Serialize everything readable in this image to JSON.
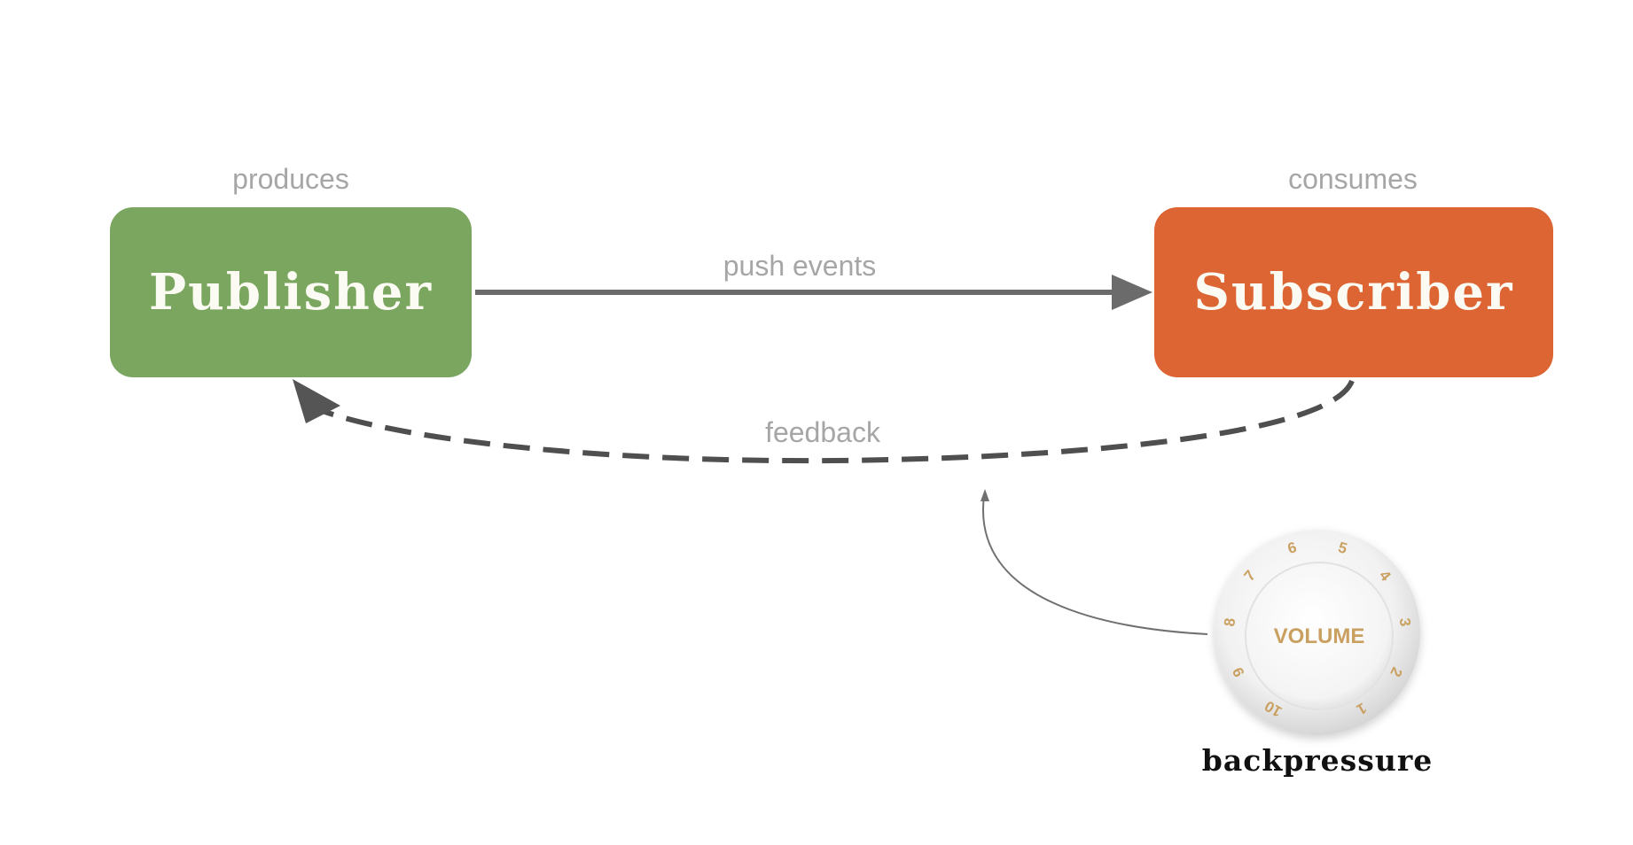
{
  "diagram": {
    "publisher": {
      "label": "Publisher",
      "caption": "produces",
      "color": "#7aa65f"
    },
    "subscriber": {
      "label": "Subscriber",
      "caption": "consumes",
      "color": "#dc6533"
    },
    "edges": {
      "push": {
        "label": "push events",
        "style": "solid",
        "from": "publisher",
        "to": "subscriber"
      },
      "feedback": {
        "label": "feedback",
        "style": "dashed",
        "from": "subscriber",
        "to": "publisher"
      }
    },
    "knob": {
      "text": "VOLUME",
      "digits": [
        "1",
        "2",
        "3",
        "4",
        "5",
        "6",
        "7",
        "8",
        "9",
        "10"
      ],
      "label": "backpressure",
      "icon": "volume-knob-icon"
    },
    "colors": {
      "arrow": "#6b6b6b",
      "caption": "#a6a6a6"
    }
  }
}
